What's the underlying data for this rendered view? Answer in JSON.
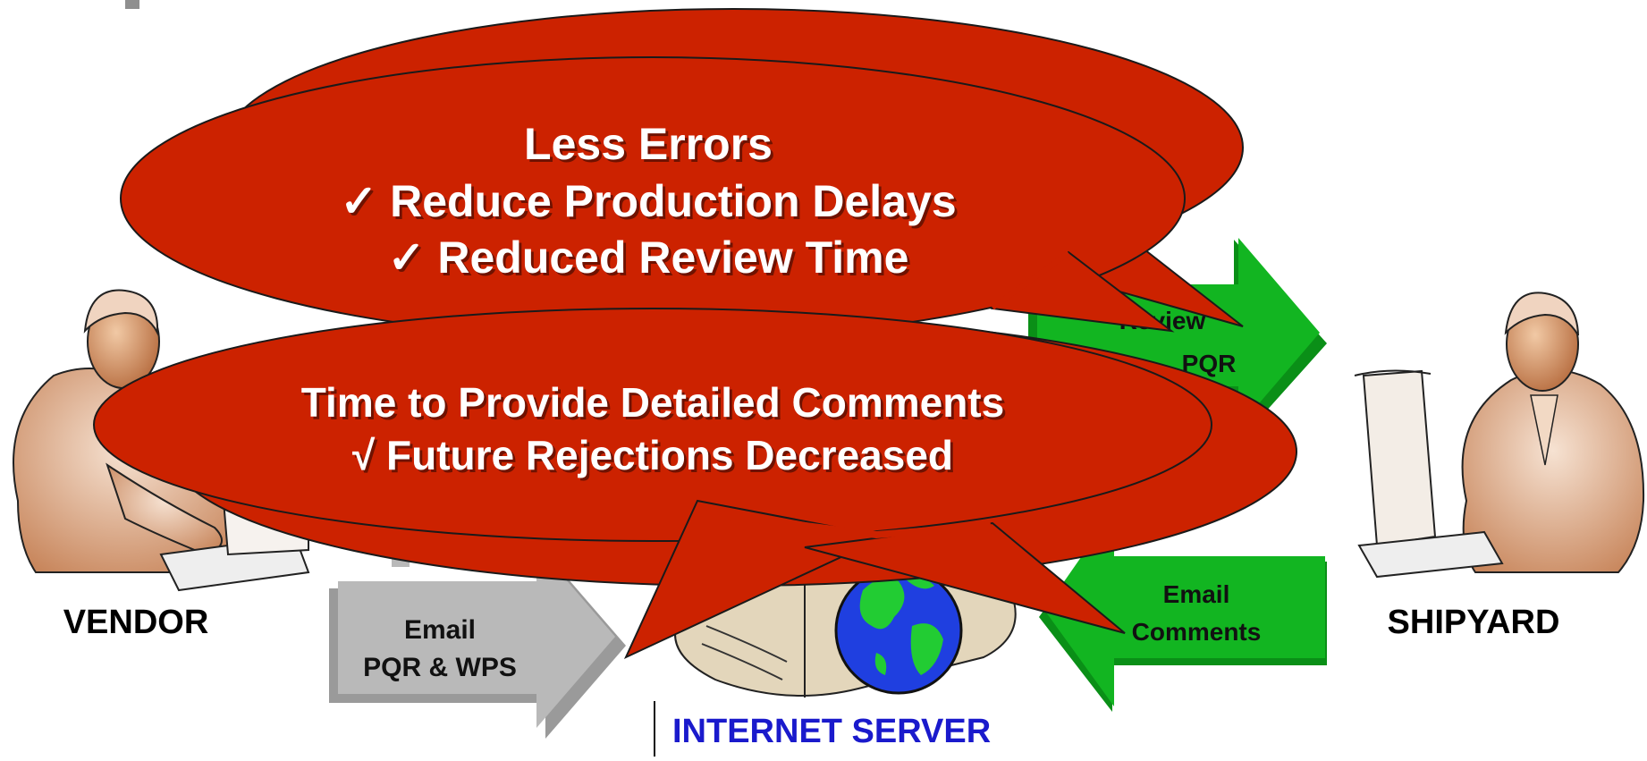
{
  "labels": {
    "vendor": "VENDOR",
    "shipyard": "SHIPYARD",
    "internet_server": "INTERNET SERVER"
  },
  "arrows": {
    "email_pqr_wps": [
      "Email",
      "PQR & WPS"
    ],
    "review_pqr": [
      "Review",
      "PQR"
    ],
    "email_comments": [
      "Email",
      "Comments"
    ]
  },
  "bubbles": {
    "top": [
      "Less Errors",
      "✓  Reduce Production Delays",
      "✓ Reduced Review Time"
    ],
    "middle": [
      "Time to Provide Detailed Comments",
      "√ Future Rejections Decreased"
    ]
  },
  "colors": {
    "bubble_fill": "#cc2200",
    "green_arrow": "#0ea51e",
    "gray_arrow": "#a8a8a8",
    "server_label": "#1a1acc",
    "globe_water": "#1f3fe0",
    "globe_land": "#22cc33"
  },
  "icons": [
    "person-at-computer-icon",
    "server-globe-icon"
  ]
}
